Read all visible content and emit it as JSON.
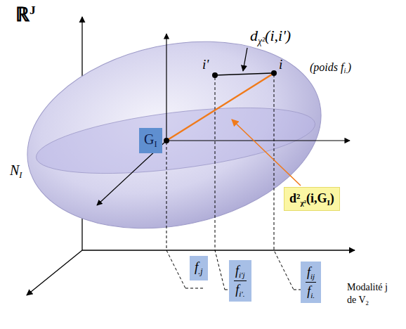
{
  "diagram": {
    "nodes": [
      {
        "text": [
          "G",
          "I"
        ]
      },
      {
        "text": [
          "d²",
          "χ²",
          "(i,G",
          "I",
          ")"
        ]
      },
      {
        "text": [
          "f",
          ".j"
        ]
      },
      {
        "text": [
          "f",
          "i'j",
          "f",
          "i'."
        ]
      },
      {
        "text": [
          "f",
          "ij",
          "f",
          "i."
        ]
      }
    ],
    "labels": [
      "ℝ",
      "J",
      "N",
      "I",
      "d",
      "χ²",
      "(i,i')",
      "i'",
      "i",
      "(poids f",
      "i.",
      ")",
      "Modalité j",
      "de V",
      "2"
    ]
  }
}
